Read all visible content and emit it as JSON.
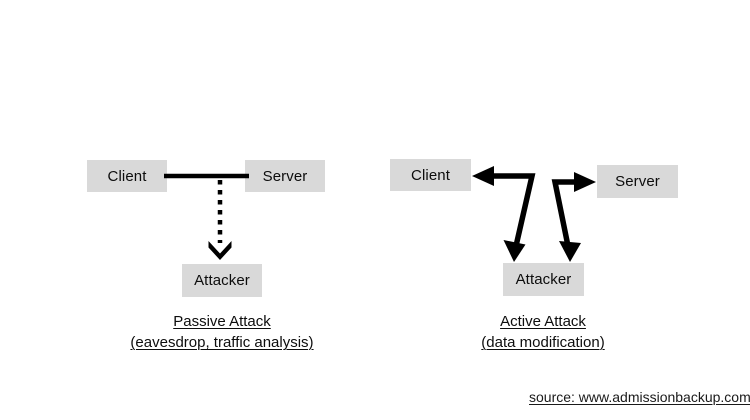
{
  "figure": {
    "background_color": "#ffffff",
    "box_fill_color": "#d9d9d9",
    "stroke_color": "#000000",
    "text_color": "#0d0d0d"
  },
  "passive": {
    "client_label": "Client",
    "server_label": "Server",
    "attacker_label": "Attacker",
    "caption_line1": "Passive Attack ",
    "caption_line2": "(eavesdrop, traffic analysis)",
    "link_style": "solid-line",
    "tap_style": "dotted-arrow-down"
  },
  "active": {
    "client_label": "Client",
    "server_label": "Server",
    "attacker_label": "Attacker",
    "caption_line1": "Active Attack ",
    "caption_line2": "(data modification)",
    "left_arrow_style": "elbow-double-arrow-left-down",
    "right_arrow_style": "elbow-double-arrow-right-down"
  },
  "footer": {
    "source_text": "source: www.admissionbackup.com"
  }
}
